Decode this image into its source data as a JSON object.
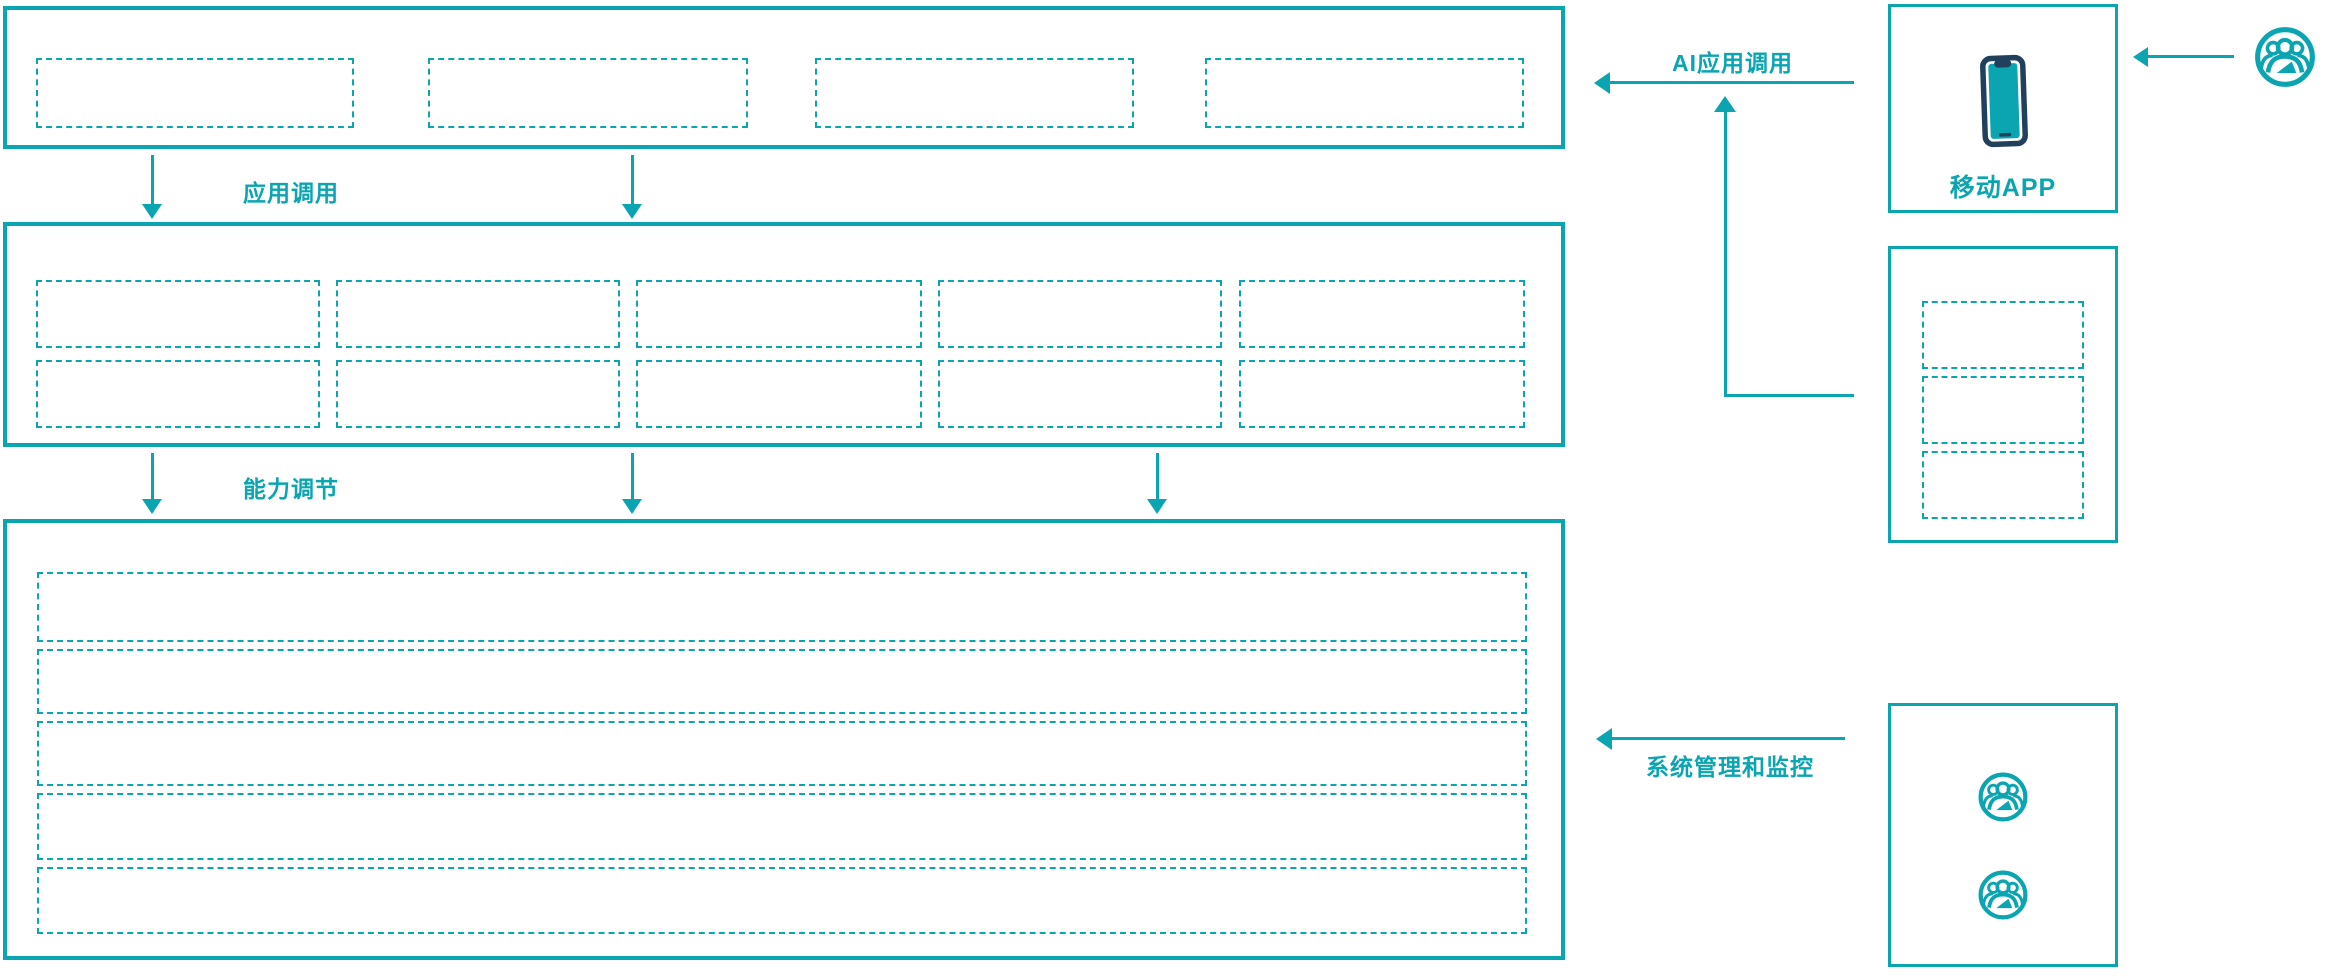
{
  "colors": {
    "teal": "#0ba5b1",
    "navy": "#21405c",
    "background": "#ffffff"
  },
  "flow": {
    "app_call_label": "应用调用",
    "capability_label": "能力调节",
    "ai_app_call_label": "AI应用调用",
    "system_monitor_label": "系统管理和监控"
  },
  "left_panel": {
    "top_band_placeholders": 4,
    "middle_band_placeholders": {
      "rows": 2,
      "cols": 5
    },
    "bottom_band_placeholders": 5
  },
  "right_panel": {
    "mobile_app": {
      "label": "移动APP",
      "icon": "smartphone-icon"
    },
    "user_entry_icon": "user-group-icon",
    "middle_box_placeholders": 3,
    "admin_icons": [
      "user-group-icon",
      "user-group-icon"
    ]
  }
}
